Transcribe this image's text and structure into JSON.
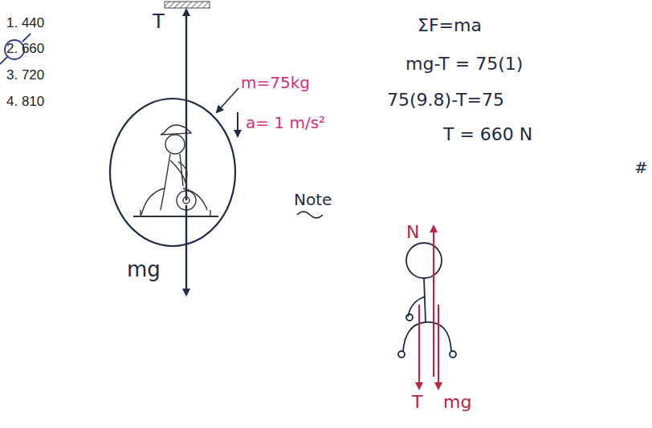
{
  "diagram": {
    "labels": [
      "1. 440",
      "2. 660",
      "3. 720",
      "4. 810",
      "T",
      "m=75kg",
      "a= 1 m/s²",
      "mg",
      "ΣF=ma",
      "mg-T = 75(1)",
      "75(9.8)-T=75",
      "T = 660 N",
      "#",
      "Note",
      "N",
      "T",
      "mg"
    ]
  }
}
